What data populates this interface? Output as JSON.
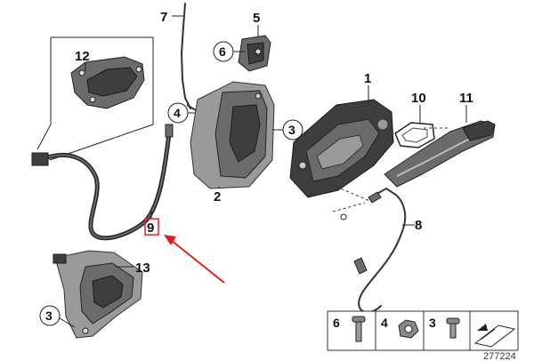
{
  "callouts": {
    "c1": "1",
    "c2": "2",
    "c3a": "3",
    "c3b": "3",
    "c4": "4",
    "c5": "5",
    "c6": "6",
    "c7": "7",
    "c8": "8",
    "c9": "9",
    "c10": "10",
    "c11": "11",
    "c12": "12",
    "c13": "13"
  },
  "legend": {
    "item1": "6",
    "item2": "4",
    "item3": "3"
  },
  "diagram_id": "277224",
  "colors": {
    "highlight": "#e02020",
    "line": "#222222"
  }
}
